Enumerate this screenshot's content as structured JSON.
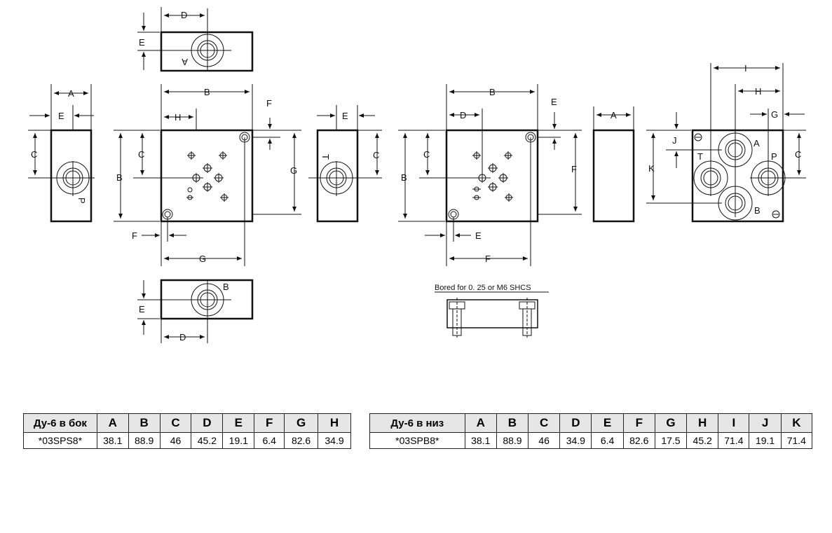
{
  "view_labels": {
    "A": "A",
    "B": "B",
    "C": "C",
    "D": "D",
    "E": "E",
    "F": "F",
    "G": "G",
    "H": "H",
    "I": "I",
    "J": "J",
    "K": "K",
    "P": "P",
    "T": "T"
  },
  "note": "Bored for 0. 25 or M6 SHCS",
  "table_side": {
    "header": [
      "Ду-6 в бок",
      "A",
      "B",
      "C",
      "D",
      "E",
      "F",
      "G",
      "H"
    ],
    "row": [
      "*03SPS8*",
      "38.1",
      "88.9",
      "46",
      "45.2",
      "19.1",
      "6.4",
      "82.6",
      "34.9"
    ]
  },
  "table_bottom": {
    "header": [
      "Ду-6 в низ",
      "A",
      "B",
      "C",
      "D",
      "E",
      "F",
      "G",
      "H",
      "I",
      "J",
      "K"
    ],
    "row": [
      "*03SPB8*",
      "38.1",
      "88.9",
      "46",
      "34.9",
      "6.4",
      "82.6",
      "17.5",
      "45.2",
      "71.4",
      "19.1",
      "71.4"
    ]
  }
}
